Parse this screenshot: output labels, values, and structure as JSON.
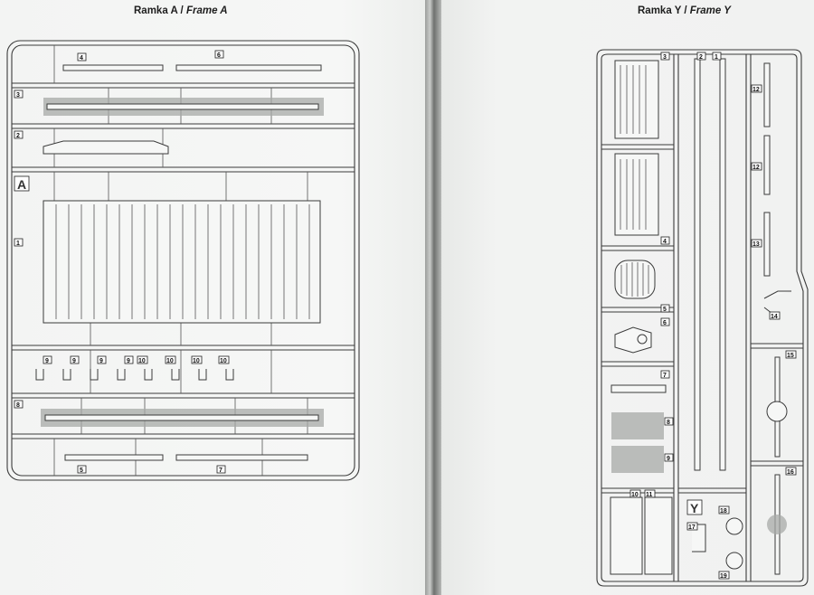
{
  "frame_a": {
    "title_plain": "Ramka A / ",
    "title_italic": "Frame A",
    "letter": "A",
    "part_numbers": [
      "4",
      "6",
      "3",
      "2",
      "1",
      "9",
      "9",
      "9",
      "9",
      "10",
      "10",
      "10",
      "10",
      "8",
      "5",
      "7"
    ]
  },
  "frame_y": {
    "title_plain": "Ramka Y / ",
    "title_italic": "Frame Y",
    "letter": "Y",
    "part_numbers": [
      "3",
      "2",
      "1",
      "4",
      "5",
      "6",
      "7",
      "8",
      "9",
      "10",
      "11",
      "12",
      "12",
      "13",
      "14",
      "15",
      "16",
      "17",
      "18",
      "19"
    ]
  },
  "colors": {
    "page": "#f4f5f4",
    "line": "#3b3b3b",
    "shade": "#a7a9a7"
  }
}
